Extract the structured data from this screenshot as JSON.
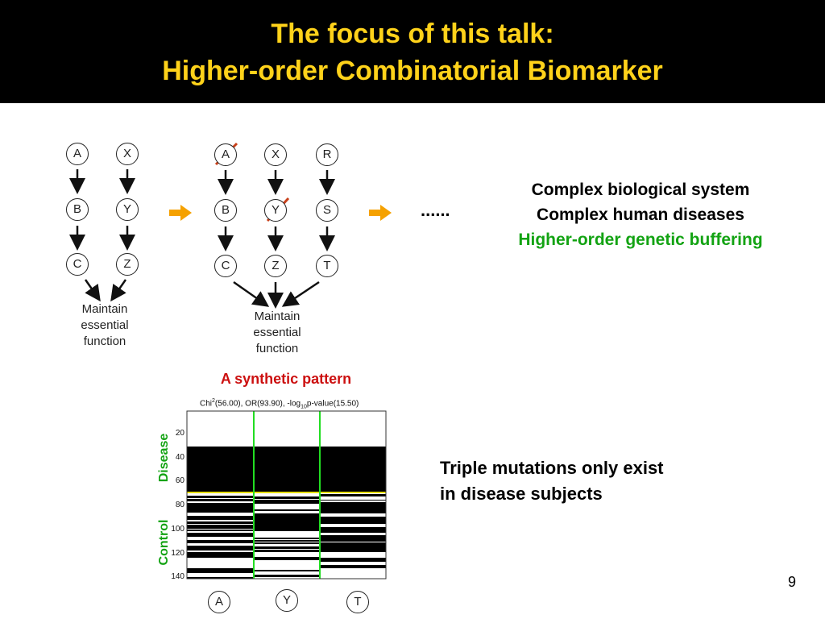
{
  "slide": {
    "title_line1": "The focus of this talk:",
    "title_line2": "Higher-order Combinatorial Biomarker",
    "page_number": "9"
  },
  "diagram_left": {
    "nodes": [
      "A",
      "X",
      "B",
      "Y",
      "C",
      "Z"
    ],
    "label_line1": "Maintain",
    "label_line2": "essential",
    "label_line3": "function"
  },
  "diagram_mid": {
    "nodes": [
      "A",
      "X",
      "R",
      "B",
      "Y",
      "S",
      "C",
      "Z",
      "T"
    ],
    "label_line1": "Maintain",
    "label_line2": "essential",
    "label_line3": "function"
  },
  "ellipsis": "......",
  "right_text": {
    "line1": "Complex biological system",
    "line2": "Complex human diseases",
    "line3": "Higher-order genetic buffering"
  },
  "pattern": {
    "heading": "A synthetic pattern",
    "stats_prefix": "Chi",
    "stats_sup": "2",
    "stats_mid": "(56.00), OR(93.90), -log",
    "stats_sub": "10",
    "stats_suffix": "p-value(15.50)",
    "yticks": [
      "20",
      "40",
      "60",
      "80",
      "100",
      "120",
      "140"
    ],
    "disease_label": "Disease",
    "control_label": "Control",
    "columns": [
      "A",
      "Y",
      "T"
    ]
  },
  "conclusion": {
    "line1": "Triple mutations only exist",
    "line2": "in disease subjects"
  },
  "colors": {
    "title": "#ffd21a",
    "green": "#13a313",
    "red": "#cc1010",
    "arrow_orange": "#f5a100",
    "strike": "#c8401a"
  }
}
